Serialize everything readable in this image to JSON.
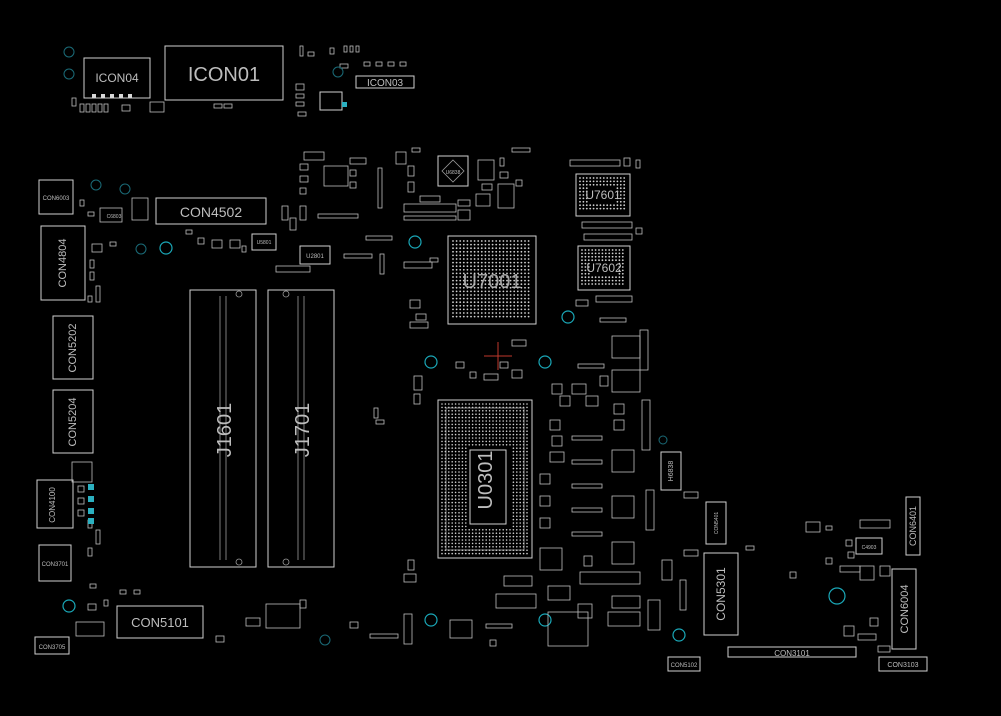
{
  "components": {
    "icon04": "ICON04",
    "icon01": "ICON01",
    "icon03": "ICON03",
    "con4502": "CON4502",
    "con4804": "CON4804",
    "con6003": "CON6003",
    "con5202": "CON5202",
    "con5204": "CON5204",
    "con4100": "CON4100",
    "con3701": "CON3701",
    "con3705": "CON3705",
    "con5101": "CON5101",
    "j1601": "J1601",
    "j1701": "J1701",
    "u7001": "U7001",
    "u7601": "U7601",
    "u7602": "U7602",
    "u0301": "U0301",
    "u2801": "U2801",
    "u5801": "U5801",
    "h6838": "H6838",
    "con5301": "CON5301",
    "con3101": "CON3101",
    "con5102": "CON5102",
    "con6004": "CON6004",
    "con6401": "CON6401",
    "con3103": "CON3103",
    "con5401": "CON5401",
    "c4903": "C4903",
    "c6803": "C6803",
    "u6838": "U6838"
  },
  "colors": {
    "background": "#000000",
    "outline": "#cfcfcf",
    "hole": "#1aa8b8"
  }
}
